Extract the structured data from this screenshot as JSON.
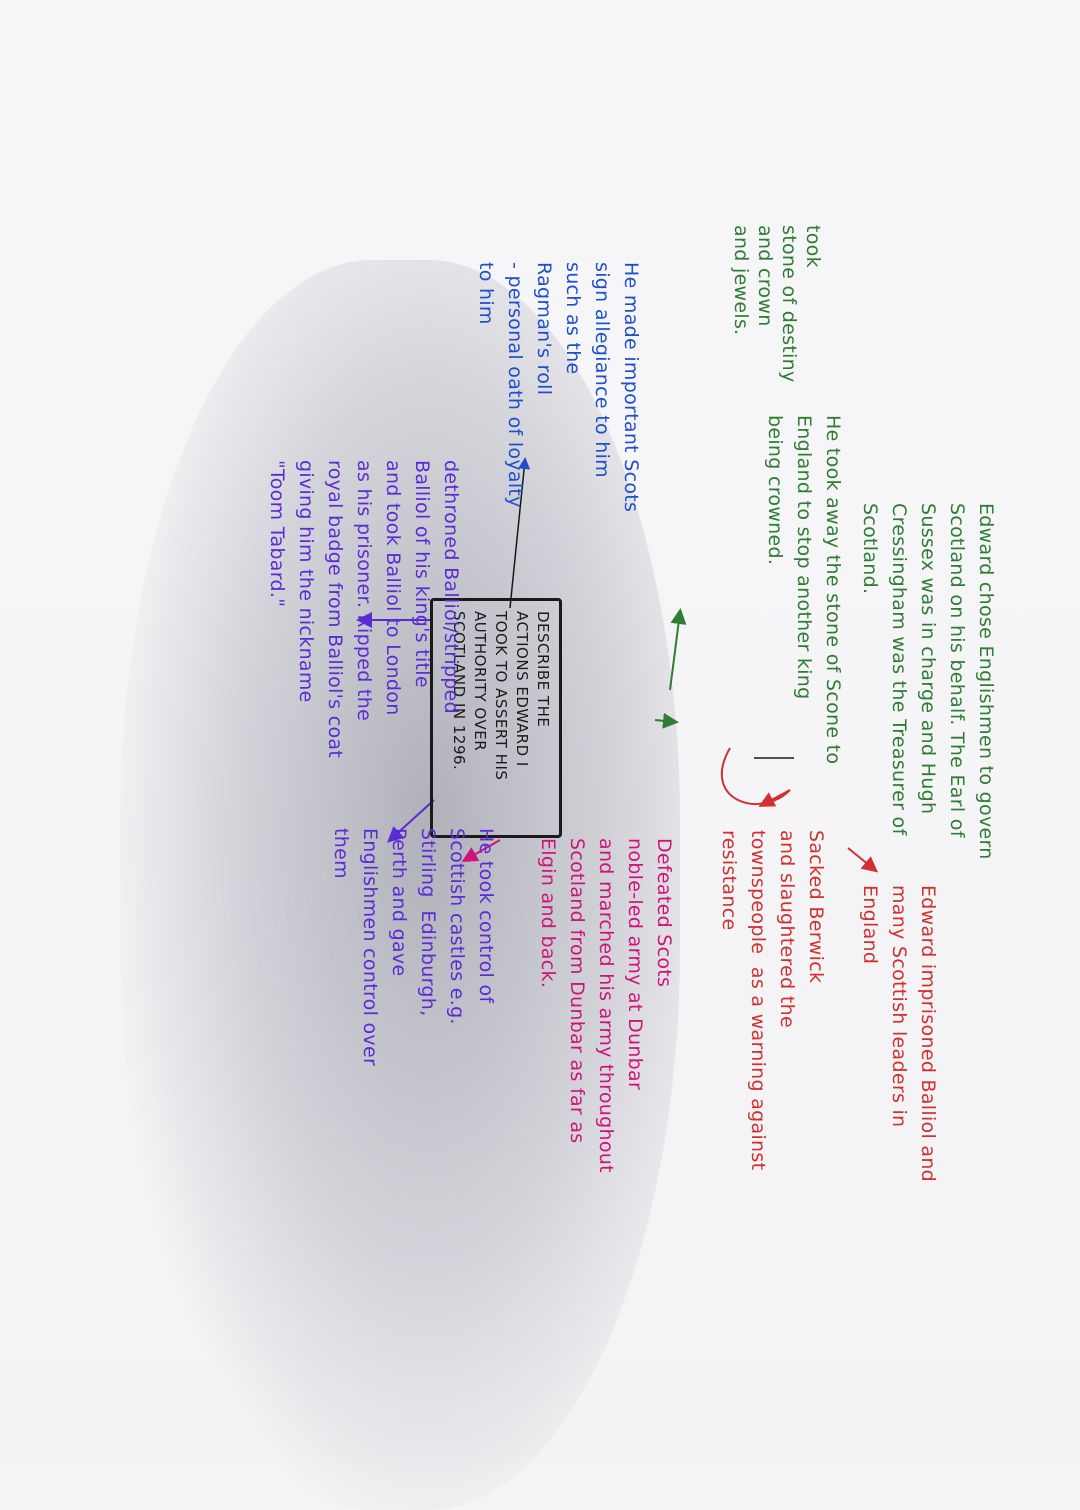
{
  "colors": {
    "green": "#2e7d32",
    "red": "#d32f2f",
    "magenta": "#d0137a",
    "purple": "#5b2bd6",
    "blue": "#1e4fd0",
    "black": "#1a1a1a"
  },
  "centre": {
    "text": "DESCRIBE THE\nACTIONS EDWARD I\nTOOK TO ASSERT HIS\nAUTHORITY OVER\nSCOTLAND IN 1296."
  },
  "notes": {
    "governor": "Edward chose Englishmen to govern\nScotland on his behalf. The Earl of\nSussex was in charge and Hugh\nCressingham was the Treasurer of\nScotland.",
    "stone": "He took away the stone of Scone to\nEngland to stop another king\nbeing crowned.",
    "took_stone": "took\nstone of destiny\nand crown\nand jewels.",
    "allegiance": "He made important Scots\nsign allegiance to him\nsuch as the\nRagman's roll\n- personal oath of loyalty\nto him",
    "dethroned": "dethroned Balliol/stripped\nBalliol of his king's title\nand took Balliol to London\nas his prisoner. Ripped the\nroyal badge from Balliol's coat\ngiving him the nickname\n\"Toom Tabard.\"",
    "castles": "He took control of\nScottish castles e.g.\nStirling  Edinburgh,\nPerth and gave\nEnglishmen control over\nthem",
    "dunbar": "Defeated Scots\nnoble-led army at Dunbar\nand marched his army throughout\nScotland from Dunbar as far as\nElgin and back.",
    "berwick": "Sacked Berwick\nand slaughtered the\ntownspeople  as a warning against\nresistance",
    "imprisoned": "Edward imprisoned Balliol and\nmany Scottish leaders in\nEngland"
  }
}
